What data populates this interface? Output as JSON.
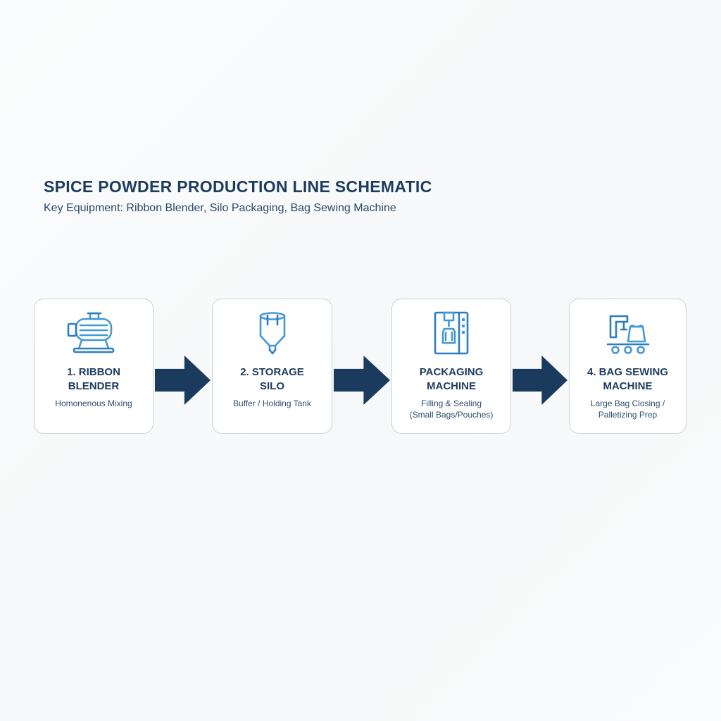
{
  "header": {
    "title": "SPICE POWDER PRODUCTION LINE SCHEMATIC",
    "subtitle": "Key Equipment: Ribbon Blender, Silo Packaging, Bag Sewing Machine"
  },
  "cards": [
    {
      "icon": "ribbon-blender-icon",
      "title_line1": "1. RIBBON",
      "title_line2": "BLENDER",
      "subtitle_line1": "Homonenous Mixing",
      "subtitle_line2": ""
    },
    {
      "icon": "storage-silo-icon",
      "title_line1": "2. STORAGE",
      "title_line2": "SILO",
      "subtitle_line1": "Buffer / Holding Tank",
      "subtitle_line2": ""
    },
    {
      "icon": "packaging-machine-icon",
      "title_line1": "PACKAGING",
      "title_line2": "MACHINE",
      "subtitle_line1": "Filling & Sealing",
      "subtitle_line2": "(Small Bags/Pouches)"
    },
    {
      "icon": "bag-sewing-machine-icon",
      "title_line1": "4. BAG SEWING",
      "title_line2": "MACHINE",
      "subtitle_line1": "Large Bag Closing /",
      "subtitle_line2": "Palletizing Prep"
    }
  ],
  "colors": {
    "navy": "#1b3b5e",
    "icon_blue": "#4498d6",
    "icon_blue_dark": "#2e7cc0",
    "card_border": "#c9d1d8",
    "background": "#f8f9fa"
  }
}
